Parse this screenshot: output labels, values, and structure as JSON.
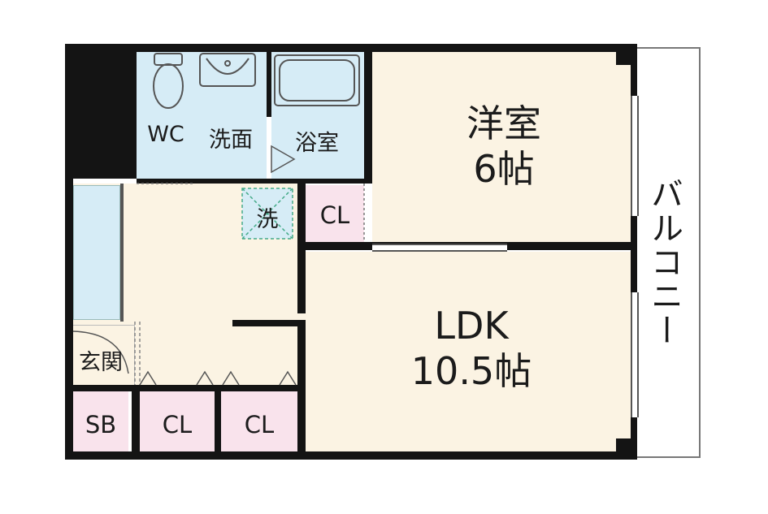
{
  "floorplan": {
    "rooms": {
      "wc": "WC",
      "washroom": "洗面",
      "bath": "浴室",
      "western_room_name": "洋室",
      "western_room_size": "6帖",
      "laundry": "洗",
      "closet_upper": "CL",
      "ldk_name": "LDK",
      "ldk_size": "10.5帖",
      "entrance": "玄関",
      "shoe_box": "SB",
      "closet_lower_left": "CL",
      "closet_lower_right": "CL",
      "balcony": "バルコニー"
    },
    "colors": {
      "wall": "#141414",
      "living_floor": "#fbf3e3",
      "wet_area": "#d6ecf6",
      "storage": "#f9e3ec"
    }
  }
}
